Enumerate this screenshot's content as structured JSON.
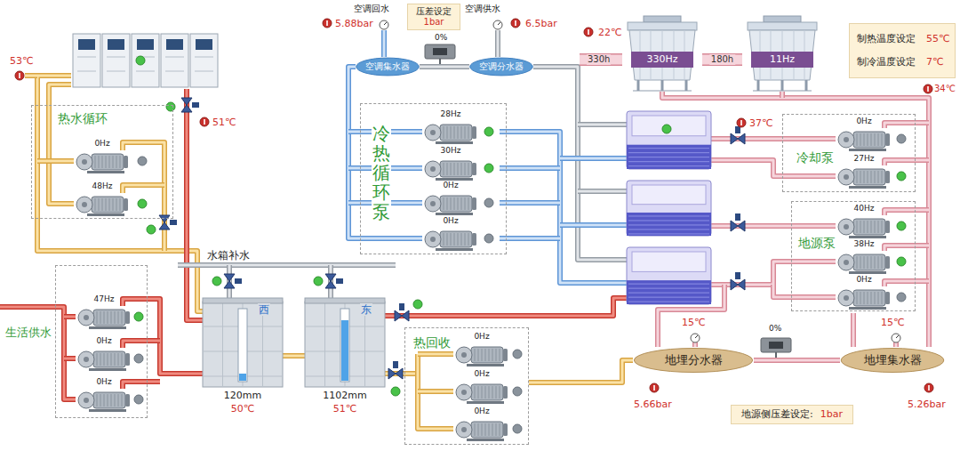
{
  "diagram": {
    "nodes": [
      {
        "text": [
          "热水循环"
        ]
      },
      {
        "text": [
          "0Hz"
        ],
        "in": 0
      },
      {
        "text": [
          "48Hz"
        ],
        "in": 0
      },
      {
        "text": [
          "生活供水"
        ]
      },
      {
        "text": [
          "47Hz"
        ],
        "in": 3
      },
      {
        "text": [
          "0Hz"
        ],
        "in": 3
      },
      {
        "text": [
          "0Hz"
        ],
        "in": 3
      },
      {
        "text": [
          "西",
          "120mm",
          "50℃"
        ]
      },
      {
        "text": [
          "东",
          "1102mm",
          "51℃"
        ]
      },
      {
        "text": [
          "热回收"
        ]
      },
      {
        "text": [
          "0Hz"
        ],
        "in": 9
      },
      {
        "text": [
          "0Hz"
        ],
        "in": 9
      },
      {
        "text": [
          "0Hz"
        ],
        "in": 9
      },
      {
        "text": [
          "压差设定",
          "1bar"
        ]
      },
      {
        "text": [
          "空调集水器"
        ]
      },
      {
        "text": [
          "空调分水器"
        ]
      },
      {
        "text": [
          "冷热循环泵"
        ]
      },
      {
        "text": [
          "28Hz"
        ],
        "in": 16
      },
      {
        "text": [
          "30Hz"
        ],
        "in": 16
      },
      {
        "text": [
          "0Hz"
        ],
        "in": 16
      },
      {
        "text": [
          "0Hz"
        ],
        "in": 16
      },
      {
        "text": [
          "330Hz"
        ]
      },
      {
        "text": [
          "11Hz"
        ]
      },
      {
        "text": [
          "制热温度设定",
          "55℃",
          "制冷温度设定",
          "7℃"
        ]
      },
      {
        "text": [
          "冷却泵"
        ]
      },
      {
        "text": [
          "0Hz"
        ],
        "in": 24
      },
      {
        "text": [
          "27Hz"
        ],
        "in": 24
      },
      {
        "text": [
          "地源泵"
        ]
      },
      {
        "text": [
          "40Hz"
        ],
        "in": 27
      },
      {
        "text": [
          "38Hz"
        ],
        "in": 27
      },
      {
        "text": [
          "0Hz"
        ],
        "in": 27
      },
      {
        "text": [
          "地埋分水器"
        ]
      },
      {
        "text": [
          "地埋集水器"
        ]
      },
      {
        "text": [
          "地源侧压差设定:",
          "1bar"
        ]
      }
    ],
    "edges": [
      {
        "from": 7,
        "to": 8,
        "arrow": "none"
      },
      {
        "from": 14,
        "to": 15,
        "arrow": "none"
      },
      {
        "from": 21,
        "to": 22,
        "label": "180h",
        "arrow": "none"
      },
      {
        "from": 31,
        "to": 32,
        "arrow": "none"
      }
    ],
    "labels": [
      "53℃",
      "51℃",
      "水箱补水",
      "空调回水",
      "5.88bar",
      "0%",
      "空调供水",
      "6.5bar",
      "22℃",
      "330h",
      "34℃",
      "37℃",
      "15℃",
      "0%",
      "15℃",
      "5.66bar",
      "5.26bar"
    ]
  }
}
